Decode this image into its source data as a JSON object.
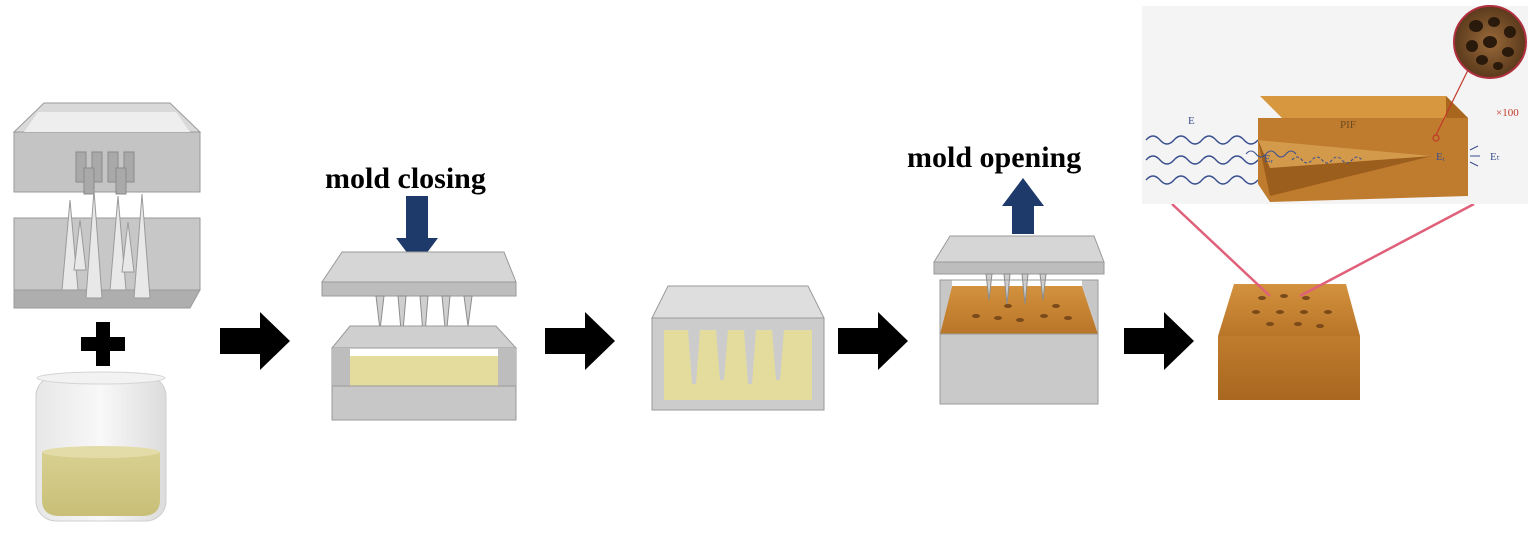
{
  "steps": {
    "closing_label": "mold closing",
    "opening_label": "mold opening"
  },
  "inset": {
    "material_label": "PIF",
    "wave_label": "E",
    "reflected_label": "Eᵣ",
    "inner_label": "Eᵢ",
    "transmitted_label": "Eₜ",
    "magnification": "×100"
  },
  "colors": {
    "mold_gray": "#b9b9b9",
    "resin_yellow": "#e6dca0",
    "foam_brown": "#c6812f",
    "arrow_blue": "#1d3a6b",
    "pointer_pink": "#e0607a"
  },
  "icons": [
    "plus-icon",
    "process-arrow-icon",
    "down-arrow-icon",
    "up-arrow-icon"
  ]
}
